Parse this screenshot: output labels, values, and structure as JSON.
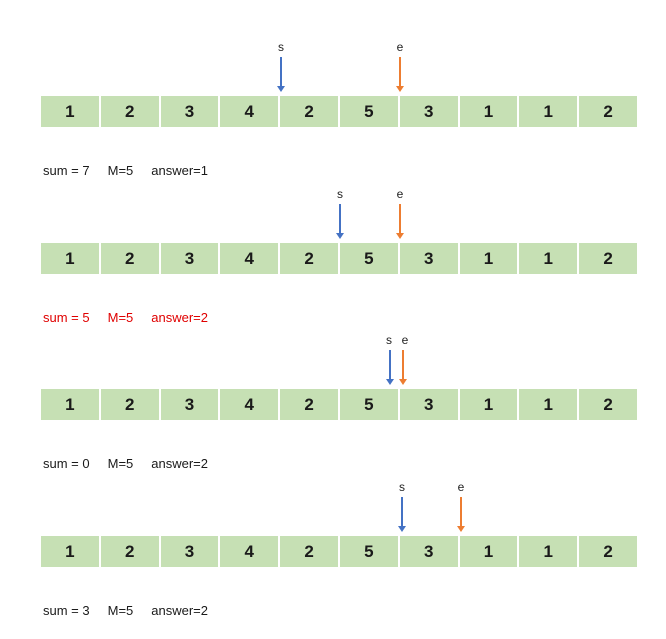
{
  "frames": [
    {
      "s_label": "s",
      "e_label": "e",
      "array": [
        "1",
        "2",
        "3",
        "4",
        "2",
        "5",
        "3",
        "1",
        "1",
        "2"
      ],
      "sum_text": "sum = 7",
      "m_text": "M=5",
      "answer_text": "answer=1",
      "highlight": false
    },
    {
      "s_label": "s",
      "e_label": "e",
      "array": [
        "1",
        "2",
        "3",
        "4",
        "2",
        "5",
        "3",
        "1",
        "1",
        "2"
      ],
      "sum_text": "sum = 5",
      "m_text": "M=5",
      "answer_text": "answer=2",
      "highlight": true
    },
    {
      "s_label": "s",
      "e_label": "e",
      "array": [
        "1",
        "2",
        "3",
        "4",
        "2",
        "5",
        "3",
        "1",
        "1",
        "2"
      ],
      "sum_text": "sum = 0",
      "m_text": "M=5",
      "answer_text": "answer=2",
      "highlight": false
    },
    {
      "s_label": "s",
      "e_label": "e",
      "array": [
        "1",
        "2",
        "3",
        "4",
        "2",
        "5",
        "3",
        "1",
        "1",
        "2"
      ],
      "sum_text": "sum = 3",
      "m_text": "M=5",
      "answer_text": "answer=2",
      "highlight": false
    }
  ],
  "colors": {
    "start_pointer": "#4472c4",
    "end_pointer": "#ed7d31",
    "cell": "#c6e0b4",
    "highlight_text": "#e00000"
  }
}
